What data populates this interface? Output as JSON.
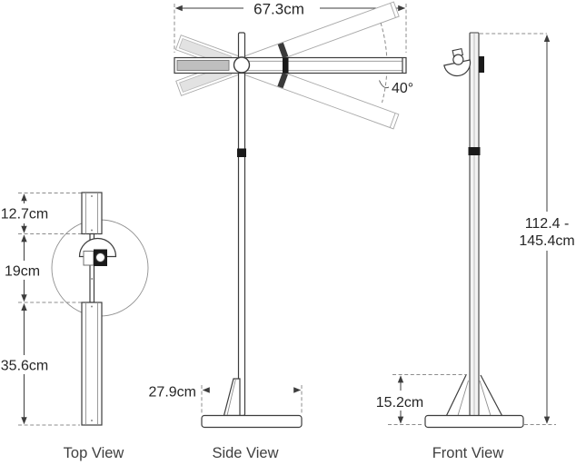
{
  "diagram": {
    "type": "technical-drawing",
    "subject": "floor lamp three-view dimensional drawing",
    "colors": {
      "background": "#ffffff",
      "line_dark": "#3d3d3d",
      "line_ghost": "#a8a8a8",
      "fill_black": "#1a1a1a",
      "text": "#262626"
    }
  },
  "views": {
    "top": {
      "caption": "Top View"
    },
    "side": {
      "caption": "Side View"
    },
    "front": {
      "caption": "Front View"
    }
  },
  "dimensions": {
    "arm_length": "67.3cm",
    "tilt_angle": "40°",
    "top_view_upper": "12.7cm",
    "top_view_middle": "19cm",
    "top_view_lower": "35.6cm",
    "base_width_side": "27.9cm",
    "base_support_height": "15.2cm",
    "overall_height_line1": "112.4 -",
    "overall_height_line2": "145.4cm"
  }
}
